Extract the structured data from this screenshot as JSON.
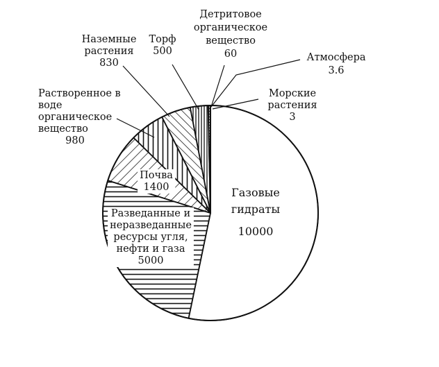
{
  "chart_data": {
    "type": "pie",
    "title": "",
    "unit": "",
    "slices": [
      {
        "key": "gas-hydrates",
        "label": "Газовые\nгидраты",
        "display_value": "10000",
        "value": 10000,
        "pattern": "white"
      },
      {
        "key": "fossil",
        "label": "Разведанные и\nнеразведанные\nресурсы угля,\nнефти и газа",
        "display_value": "5000",
        "value": 5000,
        "pattern": "horizontal"
      },
      {
        "key": "soil",
        "label": "Почва",
        "display_value": "1400",
        "value": 1400,
        "pattern": "diag-up"
      },
      {
        "key": "dissolved",
        "label": "Растворенное в\nводе\nорганическое\nвещество",
        "display_value": "980",
        "value": 980,
        "pattern": "vertical"
      },
      {
        "key": "land-plants",
        "label": "Наземные\nрастения",
        "display_value": "830",
        "value": 830,
        "pattern": "diag-down"
      },
      {
        "key": "peat",
        "label": "Торф",
        "display_value": "500",
        "value": 500,
        "pattern": "vertical-dense"
      },
      {
        "key": "detrital",
        "label": "Детритовое\nорганическое\nвещество",
        "display_value": "60",
        "value": 60,
        "pattern": "grid"
      },
      {
        "key": "atmosphere",
        "label": "Атмосфера",
        "display_value": "3.6",
        "value": 3.6,
        "pattern": "white"
      },
      {
        "key": "marine-plants",
        "label": "Морские\nрастения",
        "display_value": "3",
        "value": 3,
        "pattern": "white"
      }
    ],
    "legend": "none"
  }
}
